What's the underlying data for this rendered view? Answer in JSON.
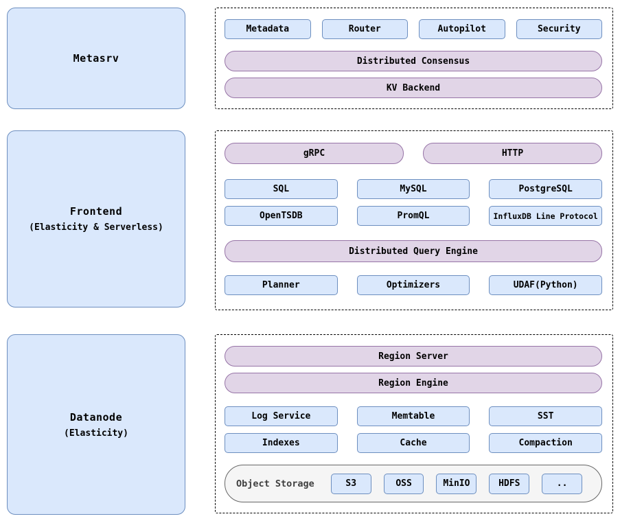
{
  "colors": {
    "blue_fill": "#dae8fc",
    "blue_border": "#6c8ebf",
    "purple_fill": "#e1d5e7",
    "purple_border": "#9673a6",
    "storage_fill": "#f5f5f5",
    "storage_border": "#666666"
  },
  "metasrv": {
    "title": "Metasrv",
    "modules": [
      "Metadata",
      "Router",
      "Autopilot",
      "Security"
    ],
    "pills": [
      "Distributed Consensus",
      "KV Backend"
    ]
  },
  "frontend": {
    "title": "Frontend",
    "subtitle": "(Elasticity & Serverless)",
    "entry_pills": [
      "gRPC",
      "HTTP"
    ],
    "protocols_row1": [
      "SQL",
      "MySQL",
      "PostgreSQL"
    ],
    "protocols_row2": [
      "OpenTSDB",
      "PromQL",
      "InfluxDB Line Protocol"
    ],
    "engine_pill": "Distributed Query Engine",
    "engine_modules": [
      "Planner",
      "Optimizers",
      "UDAF(Python)"
    ]
  },
  "datanode": {
    "title": "Datanode",
    "subtitle": "(Elasticity)",
    "pills": [
      "Region Server",
      "Region Engine"
    ],
    "storage_row1": [
      "Log Service",
      "Memtable",
      "SST"
    ],
    "storage_row2": [
      "Indexes",
      "Cache",
      "Compaction"
    ],
    "object_storage": {
      "label": "Object Storage",
      "backends": [
        "S3",
        "OSS",
        "MinIO",
        "HDFS",
        ".."
      ]
    }
  }
}
